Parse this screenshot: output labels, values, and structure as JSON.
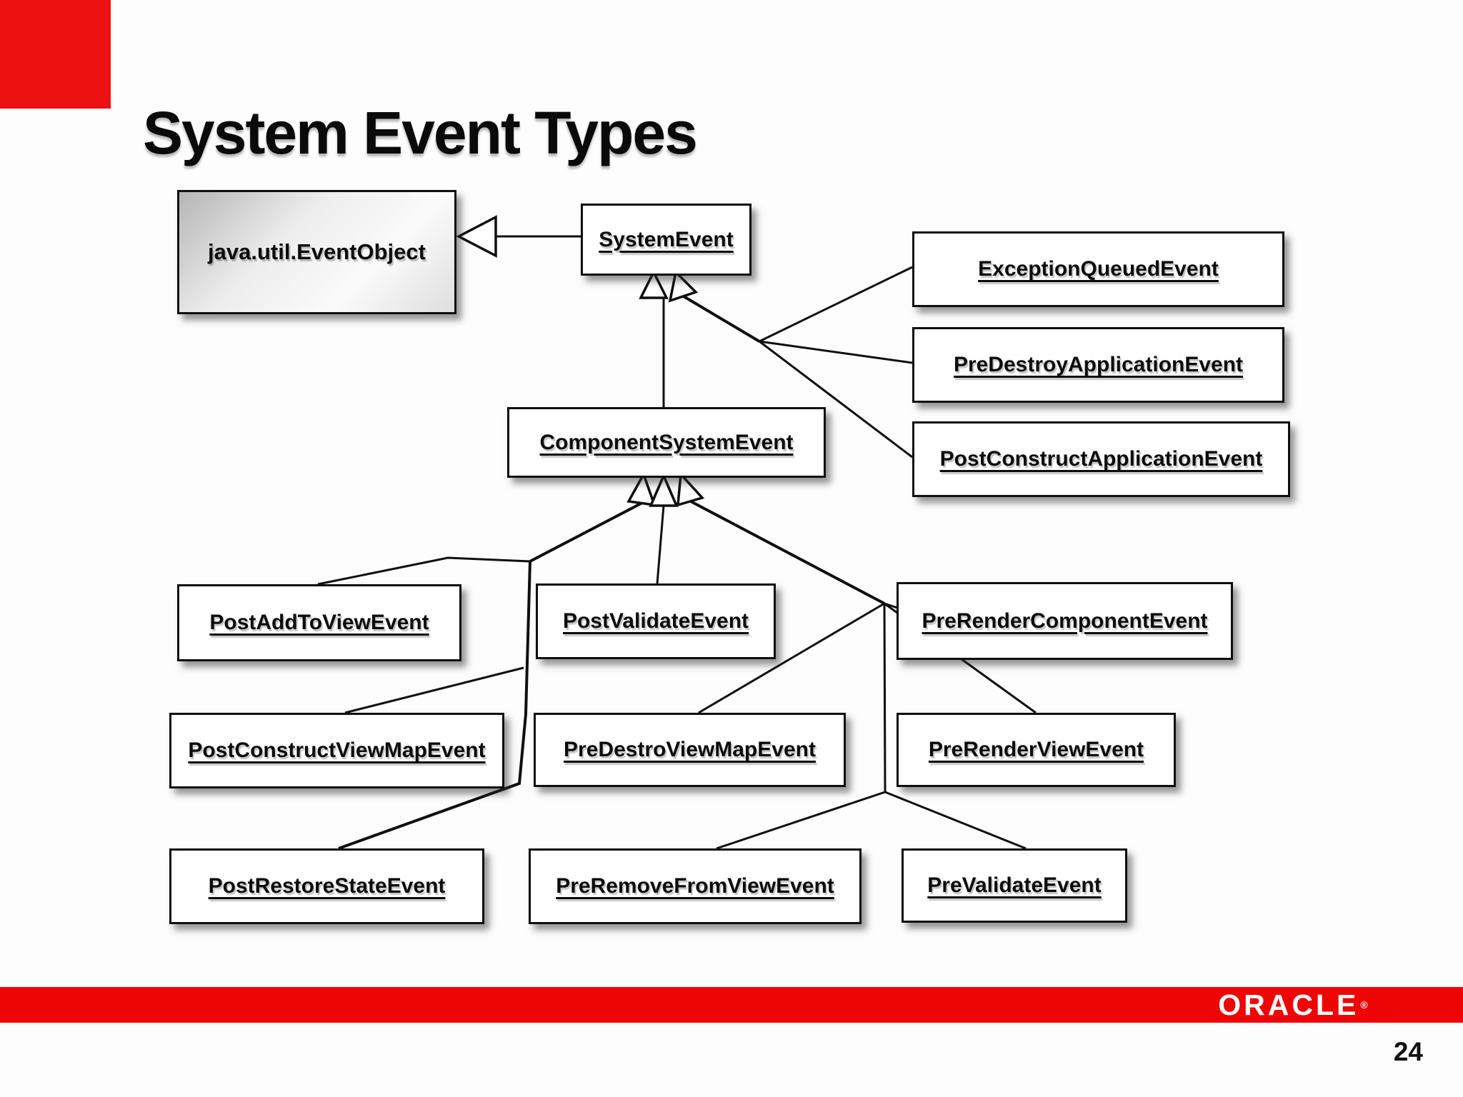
{
  "slide": {
    "title": "System Event Types",
    "page_number": "24",
    "footer_logo": "ORACLE",
    "footer_trademark": "®",
    "accent_red": "#ed1212",
    "footer_bar_red": "#ee0606",
    "line_color": "#0f0f0f"
  },
  "diagram": {
    "nodes": {
      "event_object": {
        "label": "java.util.EventObject",
        "style": "gradient-gray"
      },
      "system_event": {
        "label": "SystemEvent"
      },
      "exception_queued": {
        "label": "ExceptionQueuedEvent"
      },
      "pre_destroy_app": {
        "label": "PreDestroyApplicationEvent"
      },
      "post_construct_app": {
        "label": "PostConstructApplicationEvent"
      },
      "component_system": {
        "label": "ComponentSystemEvent"
      },
      "post_add_to_view": {
        "label": "PostAddToViewEvent"
      },
      "post_validate": {
        "label": "PostValidateEvent"
      },
      "pre_render_component": {
        "label": "PreRenderComponentEvent"
      },
      "post_construct_view_map": {
        "label": "PostConstructViewMapEvent"
      },
      "pre_destro_view_map": {
        "label": "PreDestroViewMapEvent"
      },
      "pre_render_view": {
        "label": "PreRenderViewEvent"
      },
      "post_restore_state": {
        "label": "PostRestoreStateEvent"
      },
      "pre_remove_from_view": {
        "label": "PreRemoveFromViewEvent"
      },
      "pre_validate": {
        "label": "PreValidateEvent"
      }
    },
    "edges": [
      {
        "child": "SystemEvent",
        "parent": "java.util.EventObject",
        "type": "inheritance"
      },
      {
        "child": "ExceptionQueuedEvent",
        "parent": "SystemEvent",
        "type": "inheritance"
      },
      {
        "child": "PreDestroyApplicationEvent",
        "parent": "SystemEvent",
        "type": "inheritance"
      },
      {
        "child": "PostConstructApplicationEvent",
        "parent": "SystemEvent",
        "type": "inheritance"
      },
      {
        "child": "ComponentSystemEvent",
        "parent": "SystemEvent",
        "type": "inheritance"
      },
      {
        "child": "PostAddToViewEvent",
        "parent": "ComponentSystemEvent",
        "type": "inheritance"
      },
      {
        "child": "PostValidateEvent",
        "parent": "ComponentSystemEvent",
        "type": "inheritance"
      },
      {
        "child": "PreRenderComponentEvent",
        "parent": "ComponentSystemEvent",
        "type": "inheritance"
      },
      {
        "child": "PostConstructViewMapEvent",
        "parent": "ComponentSystemEvent",
        "type": "inheritance"
      },
      {
        "child": "PreDestroViewMapEvent",
        "parent": "ComponentSystemEvent",
        "type": "inheritance"
      },
      {
        "child": "PreRenderViewEvent",
        "parent": "ComponentSystemEvent",
        "type": "inheritance"
      },
      {
        "child": "PostRestoreStateEvent",
        "parent": "ComponentSystemEvent",
        "type": "inheritance"
      },
      {
        "child": "PreRemoveFromViewEvent",
        "parent": "ComponentSystemEvent",
        "type": "inheritance"
      },
      {
        "child": "PreValidateEvent",
        "parent": "ComponentSystemEvent",
        "type": "inheritance"
      }
    ]
  }
}
